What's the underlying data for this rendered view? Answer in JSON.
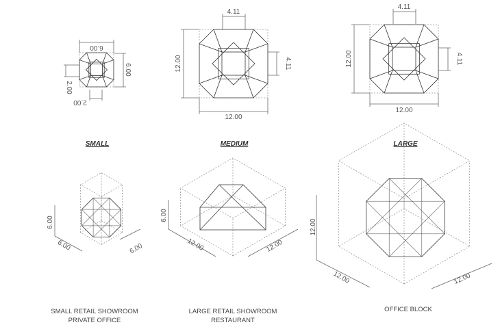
{
  "sizes": [
    {
      "label": "SMALL",
      "width": "6.00",
      "depth": "6.00",
      "module_a": "2.00",
      "module_b": "2.00",
      "iso_height": "6.00",
      "iso_x": "6.00",
      "iso_y": "6.00",
      "caption_1": "SMALL RETAIL SHOWROOM",
      "caption_2": "PRIVATE OFFICE"
    },
    {
      "label": "MEDIUM",
      "width": "12.00",
      "depth": "12.00",
      "module_a": "4.11",
      "module_b": "4.11",
      "iso_height": "6.00",
      "iso_x": "12.00",
      "iso_y": "12.00",
      "caption_1": "LARGE RETAIL SHOWROOM",
      "caption_2": "RESTAURANT"
    },
    {
      "label": "LARGE",
      "width": "12.00",
      "depth": "12.00",
      "module_a": "4.11",
      "module_b": "4.11",
      "iso_height": "12.00",
      "iso_x": "12.00",
      "iso_y": "12.00",
      "caption_1": "OFFICE BLOCK",
      "caption_2": ""
    }
  ],
  "colors": {
    "line": "#333333",
    "fill_light": "#f2f2f2",
    "fill_dark": "#9a9a9a",
    "dimension": "#666666"
  }
}
